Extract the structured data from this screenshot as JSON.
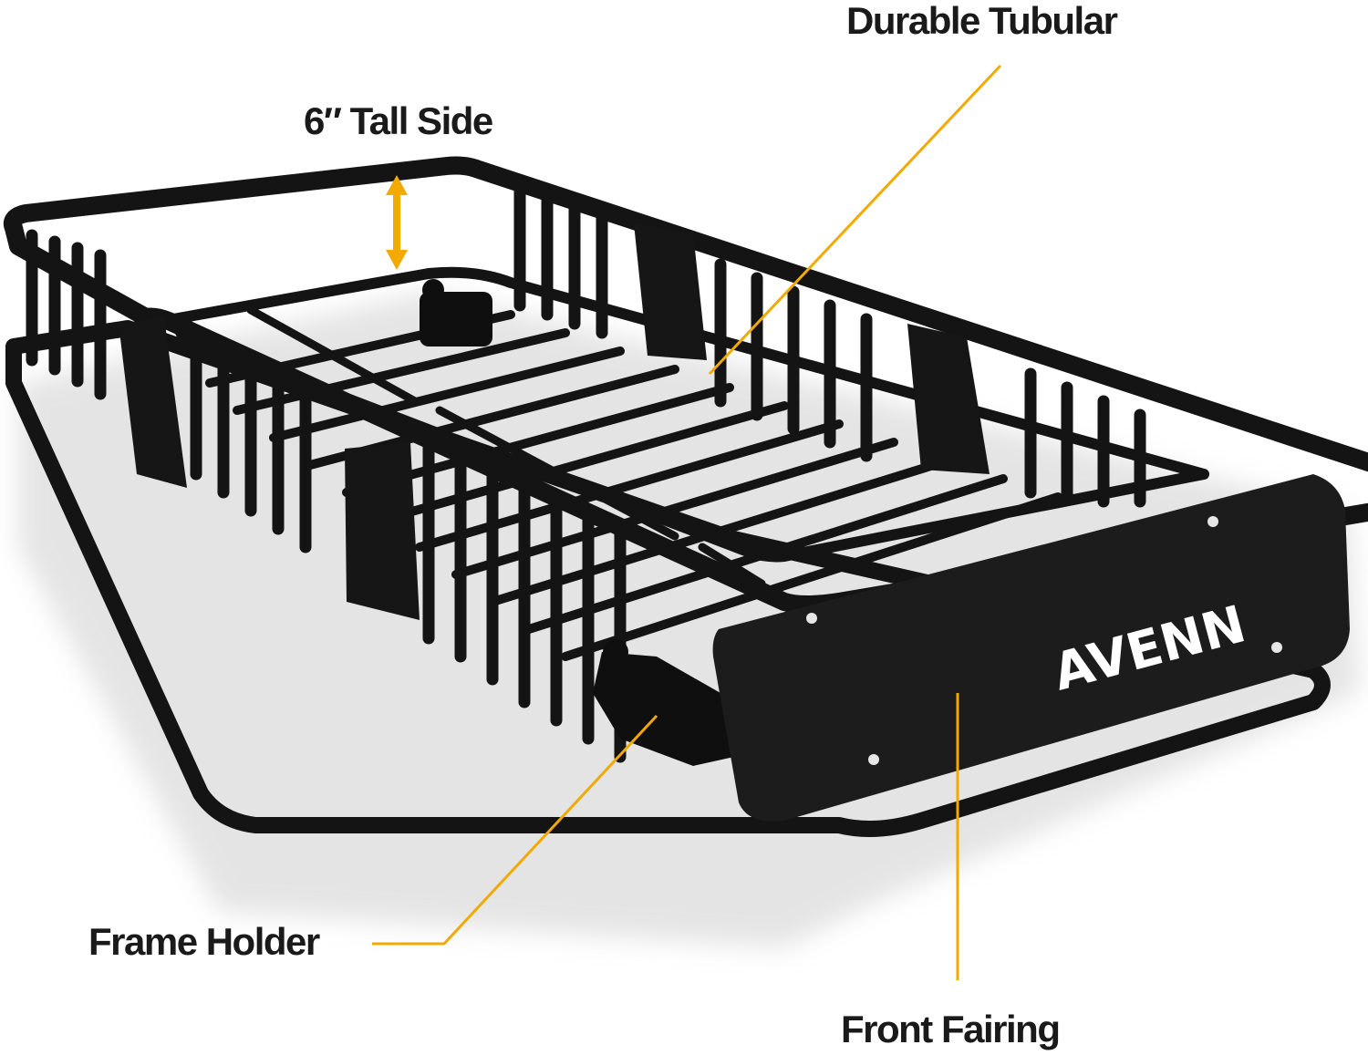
{
  "labels": {
    "durable_tubular": "Durable Tubular",
    "tall_side": "6″ Tall Side",
    "frame_holder": "Frame Holder",
    "front_fairing": "Front Fairing"
  },
  "brand": "AVENN",
  "colors": {
    "accent": "#F2A900",
    "product": "#141414",
    "fairing": "#1c1c1c",
    "background": "#ffffff",
    "text": "#1a1a1a"
  },
  "icons": [
    "double-arrow-icon"
  ]
}
